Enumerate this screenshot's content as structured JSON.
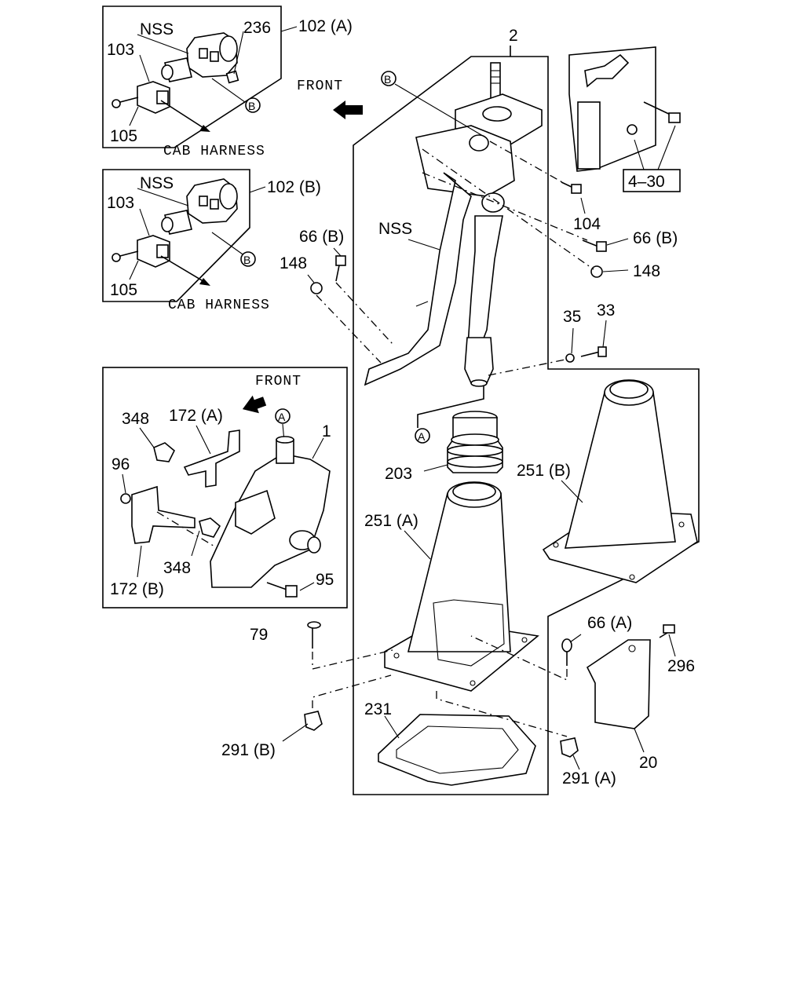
{
  "labels": {
    "nss_a": "NSS",
    "p236": "236",
    "p102a": "102 (A)",
    "p103_a": "103",
    "p105_a": "105",
    "b_a": "B",
    "cab_harness_a": "CAB HARNESS",
    "nss_b": "NSS",
    "p102b": "102 (B)",
    "p103_b": "103",
    "p105_b": "105",
    "b_b": "B",
    "cab_harness_b": "CAB HARNESS",
    "front_top": "FRONT",
    "front_inset": "FRONT",
    "p2": "2",
    "b_main": "B",
    "nss_main": "NSS",
    "p104": "104",
    "p66b_right": "66 (B)",
    "p148_right": "148",
    "p66b_left": "66 (B)",
    "p148_left": "148",
    "ref430": "4–30",
    "p35": "35",
    "p33": "33",
    "a_main": "A",
    "p203": "203",
    "p251b": "251 (B)",
    "p251a": "251 (A)",
    "p348_top": "348",
    "p172a": "172 (A)",
    "a_inset": "A",
    "p1": "1",
    "p96": "96",
    "p348_bot": "348",
    "p95": "95",
    "p172b": "172 (B)",
    "p79": "79",
    "p66a": "66 (A)",
    "p296": "296",
    "p231": "231",
    "p291b": "291 (B)",
    "p291a": "291 (A)",
    "p20": "20"
  }
}
